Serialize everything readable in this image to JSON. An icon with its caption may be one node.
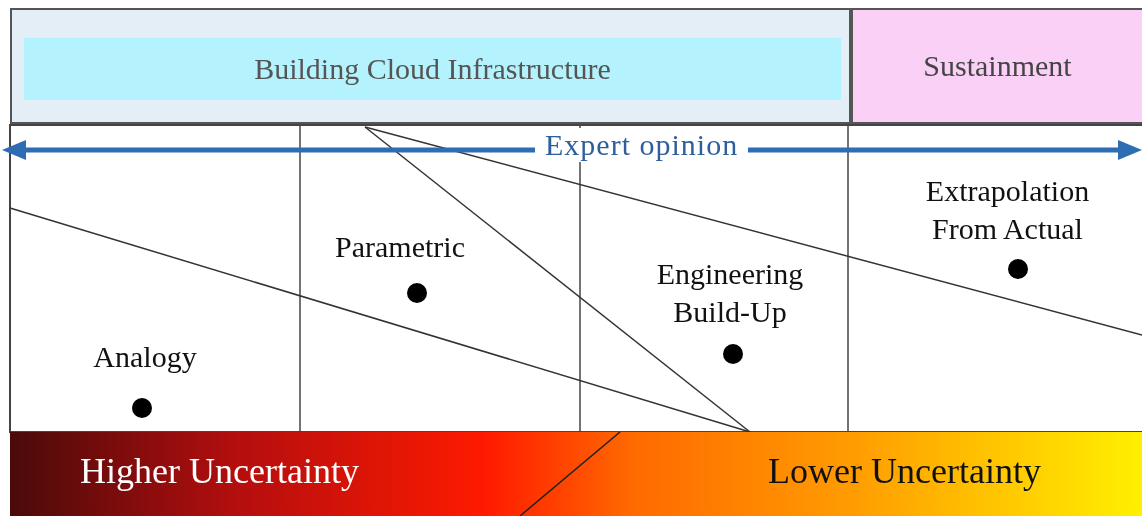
{
  "diagram": {
    "nodes": [
      {
        "text": [
          "Building Cloud Infrastructure"
        ]
      },
      {
        "text": [
          "Sustainment"
        ]
      },
      {
        "text": [
          "Higher Uncertainty",
          "Lower Uncertainty"
        ]
      }
    ],
    "labels": [
      "Expert opinion",
      "Extrapolation From Actual",
      "Parametric",
      "Engineering Build-Up",
      "Analogy"
    ]
  }
}
